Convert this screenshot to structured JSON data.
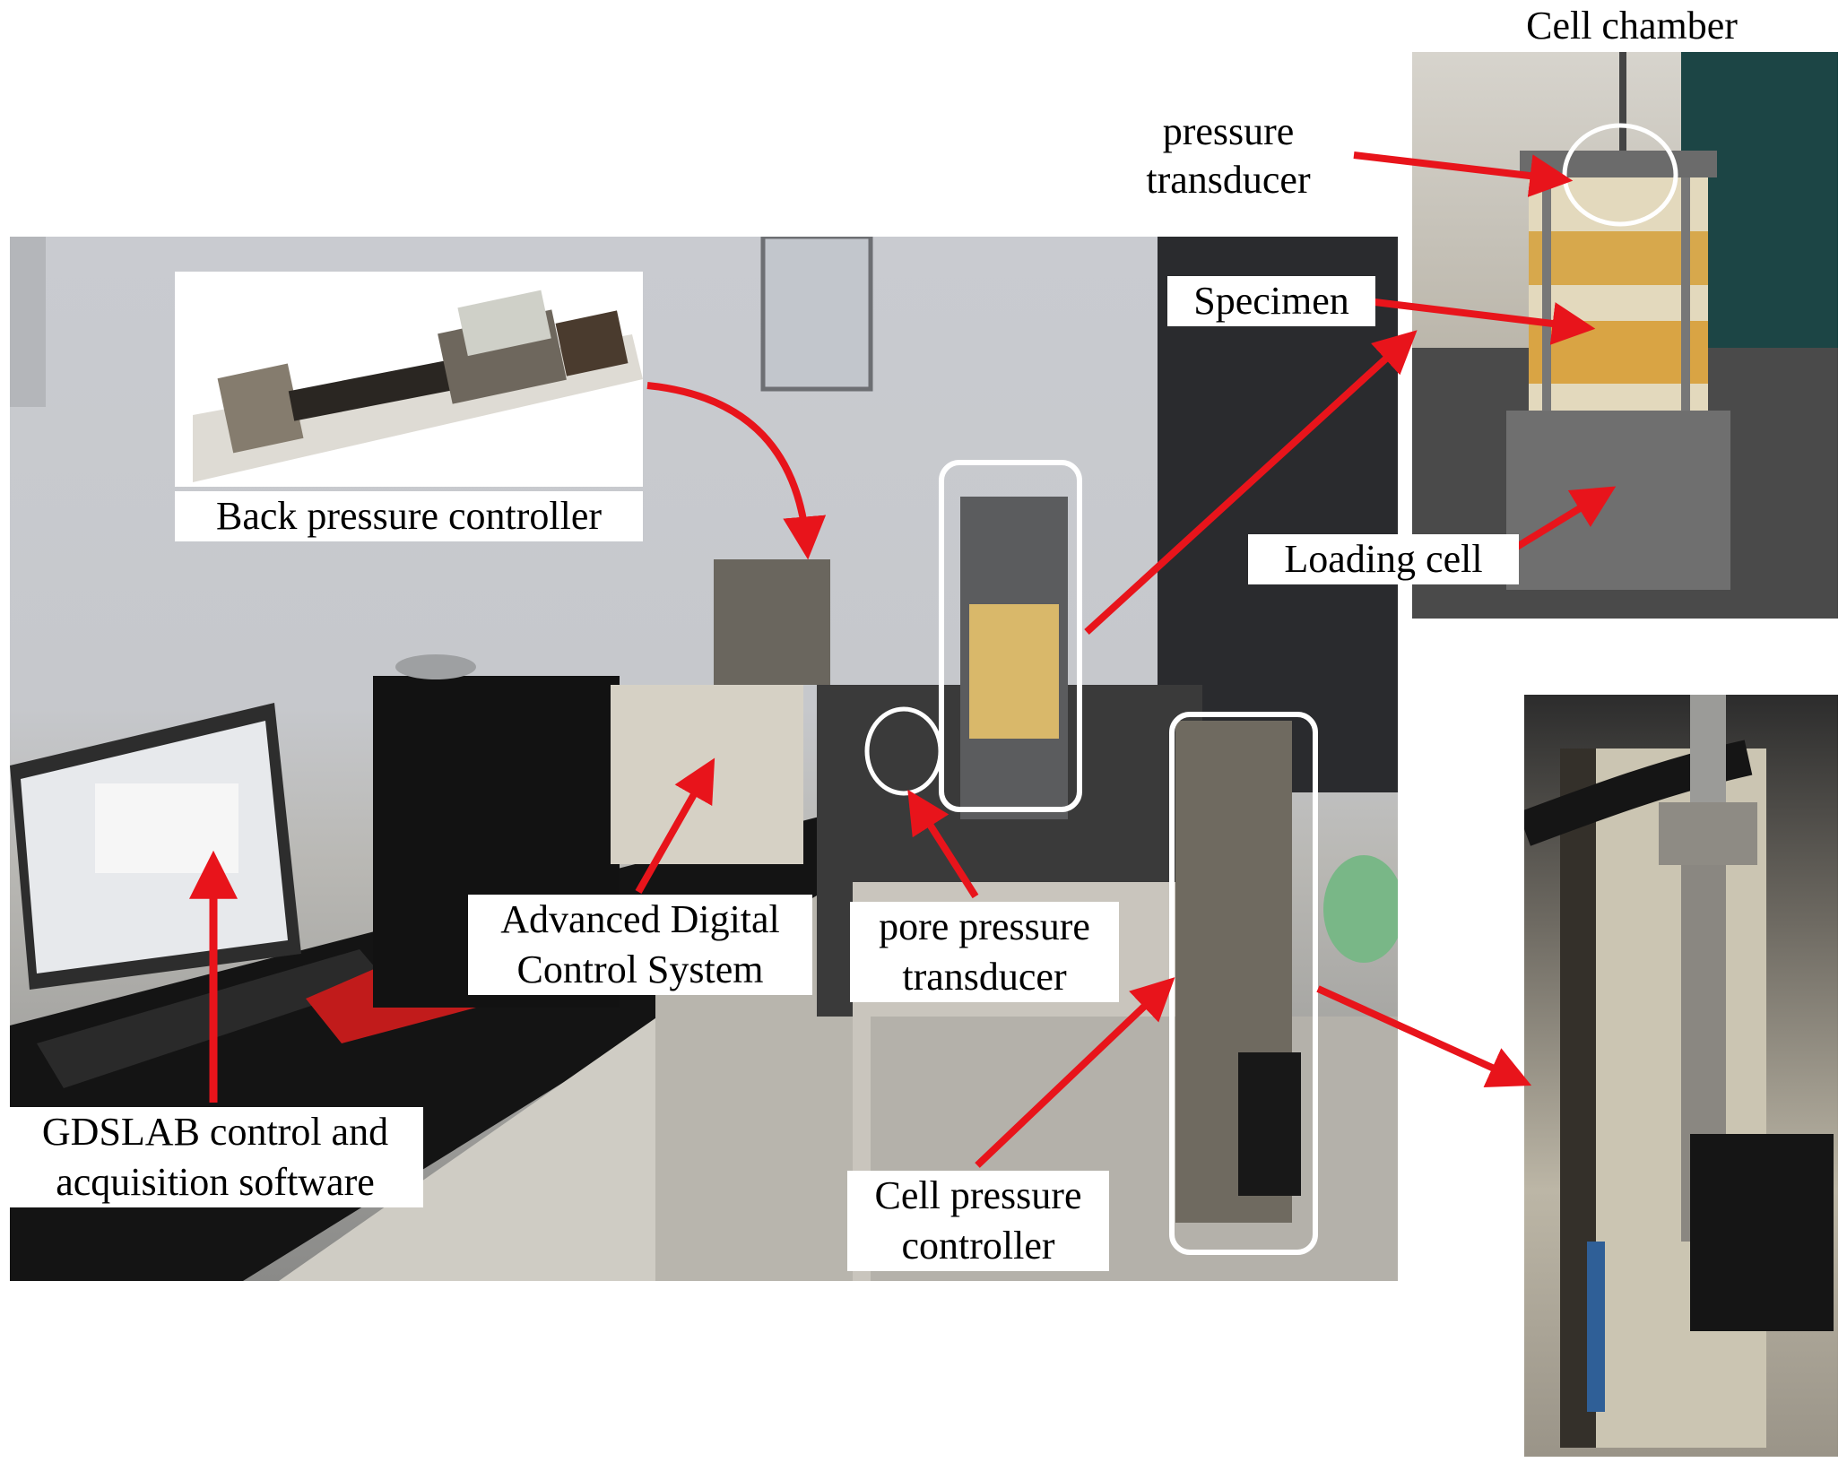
{
  "labels": {
    "back_pressure_controller": "Back pressure controller",
    "advanced_digital_control_system_line1": "Advanced Digital",
    "advanced_digital_control_system_line2": "Control System",
    "pore_pressure_transducer_line1": "pore pressure",
    "pore_pressure_transducer_line2": "transducer",
    "gdslab_line1": "GDSLAB control and",
    "gdslab_line2": "acquisition software",
    "cell_pressure_controller_line1": "Cell pressure",
    "cell_pressure_controller_line2": "controller",
    "cell_chamber": "Cell chamber",
    "pressure_transducer_line1": "pressure",
    "pressure_transducer_line2": "transducer",
    "specimen": "Specimen",
    "loading_cell": "Loading cell"
  },
  "colors": {
    "arrow": "#e8141b",
    "highlight_outline": "#ffffff"
  }
}
